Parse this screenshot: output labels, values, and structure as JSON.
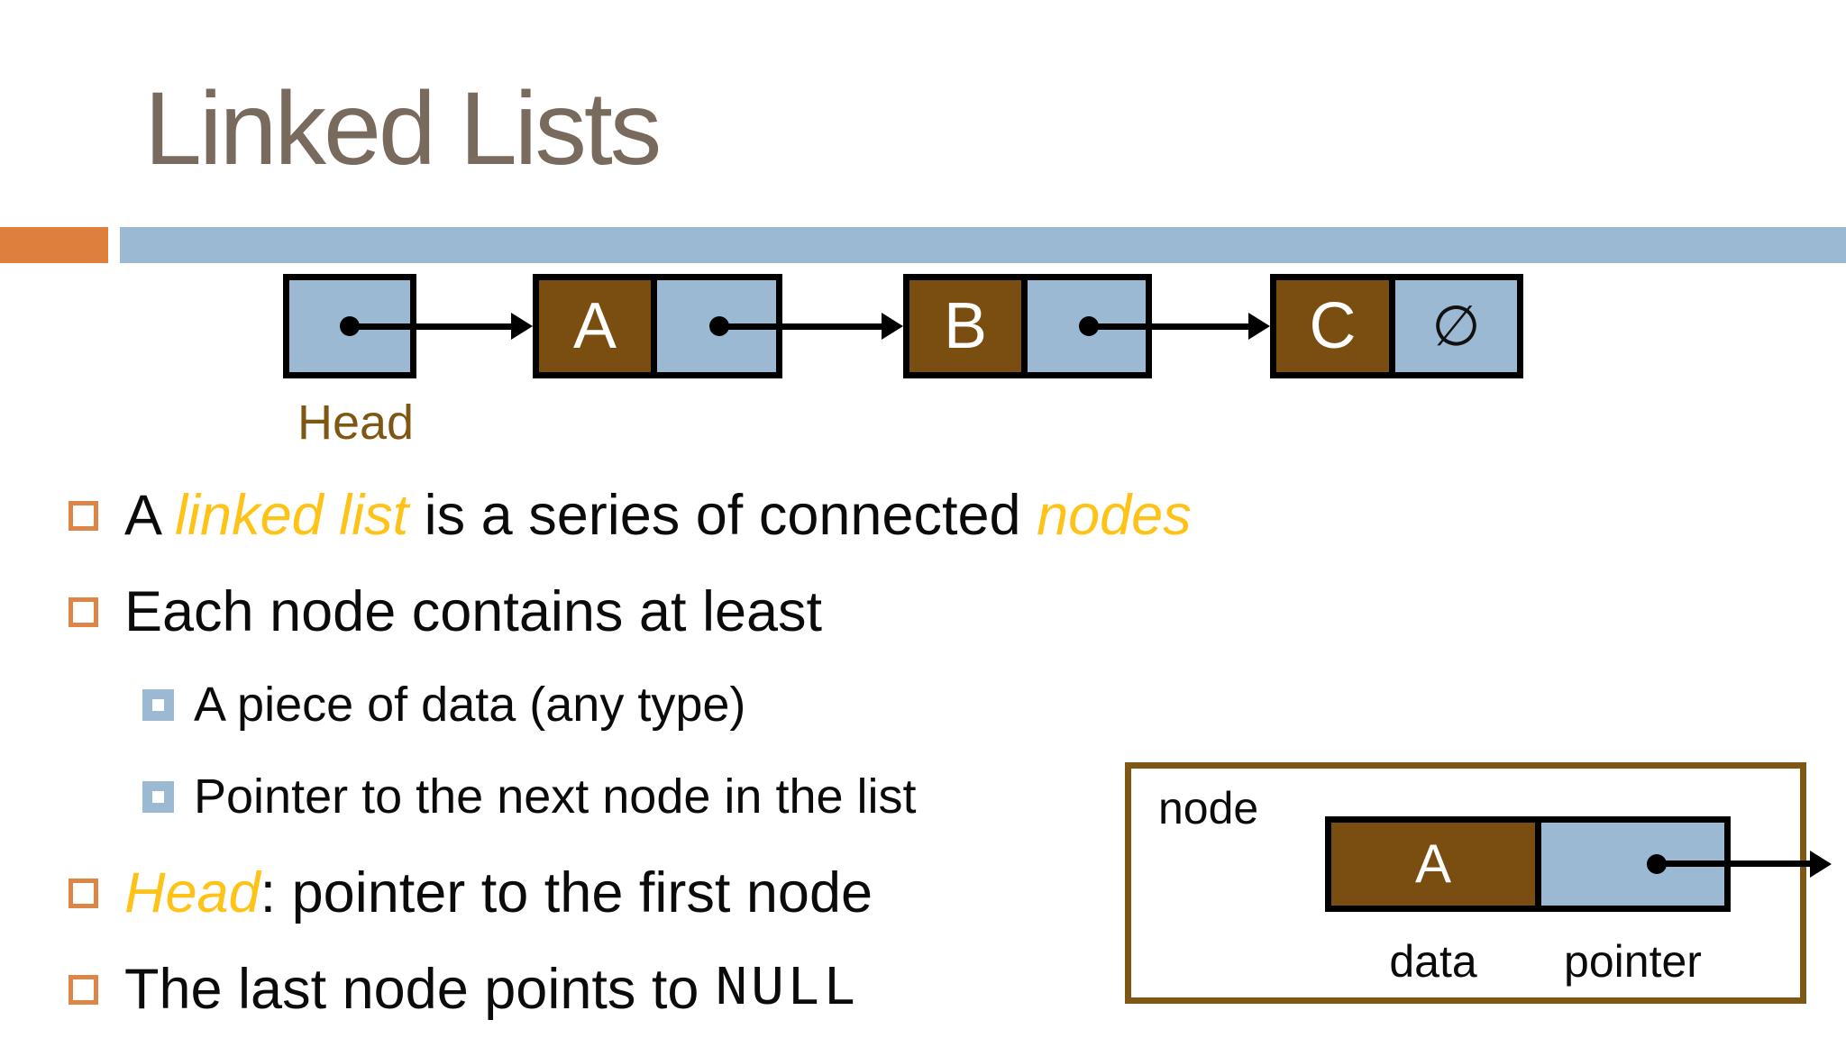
{
  "slide": {
    "title": "Linked Lists"
  },
  "colors": {
    "title": "#796A5E",
    "orange": "#DF7F3C",
    "orange_marker": "#DE8548",
    "blue": "#9CB9D4",
    "brown": "#7A4D10",
    "dark_brown": "#7E5714",
    "yellow": "#FFC317",
    "text": "#0B0B0B",
    "node_letter": "#FFFFFF"
  },
  "list_diagram": {
    "head_label": "Head",
    "null_symbol": "∅",
    "nodes": [
      {
        "data": "A"
      },
      {
        "data": "B"
      },
      {
        "data": "C"
      }
    ]
  },
  "bullets": [
    {
      "level": 1,
      "segments": [
        {
          "text": "A ",
          "style": "normal"
        },
        {
          "text": "linked list",
          "style": "accent"
        },
        {
          "text": " is a series of connected ",
          "style": "normal"
        },
        {
          "text": "nodes",
          "style": "accent"
        }
      ]
    },
    {
      "level": 1,
      "segments": [
        {
          "text": "Each node contains at least",
          "style": "normal"
        }
      ]
    },
    {
      "level": 2,
      "segments": [
        {
          "text": "A piece of data (any type)",
          "style": "normal"
        }
      ]
    },
    {
      "level": 2,
      "segments": [
        {
          "text": "Pointer to the next node in the list",
          "style": "normal"
        }
      ]
    },
    {
      "level": 1,
      "segments": [
        {
          "text": "Head",
          "style": "accent"
        },
        {
          "text": ": pointer to the first node",
          "style": "normal"
        }
      ]
    },
    {
      "level": 1,
      "segments": [
        {
          "text": "The last node points to ",
          "style": "normal"
        },
        {
          "text": "NULL",
          "style": "code"
        }
      ]
    }
  ],
  "node_diagram": {
    "label": "node",
    "data_value": "A",
    "data_label": "data",
    "pointer_label": "pointer"
  }
}
